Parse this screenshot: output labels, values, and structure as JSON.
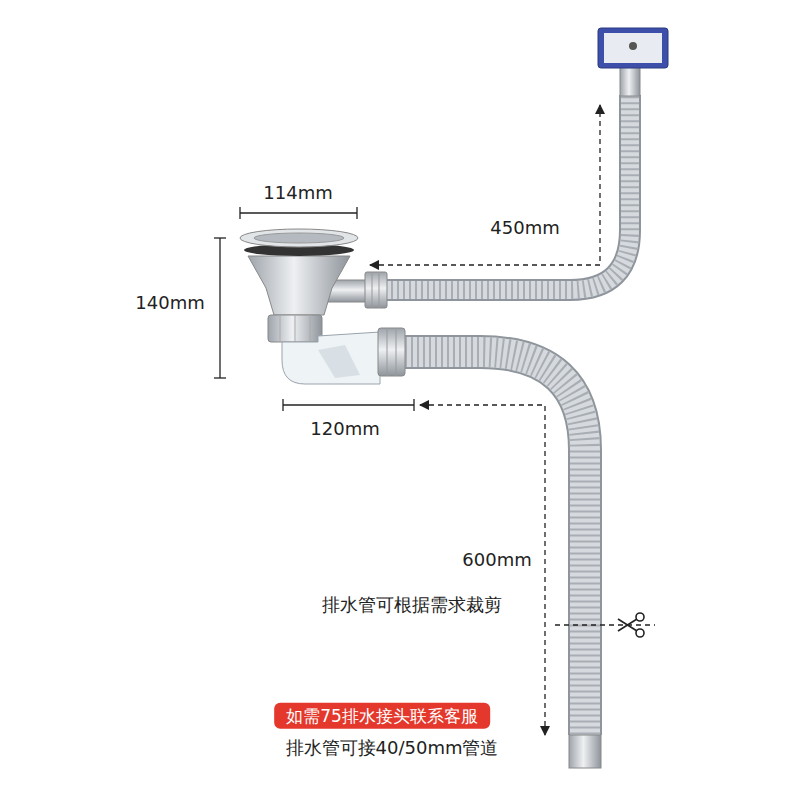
{
  "diagram": {
    "nodes": [
      {
        "text": [
          "如需75排水接头联系客服"
        ]
      }
    ],
    "labels": [
      "114mm",
      "140mm",
      "450mm",
      "120mm",
      "600mm",
      "排水管可根据需求裁剪",
      "排水管可接40/50mm管道"
    ]
  }
}
